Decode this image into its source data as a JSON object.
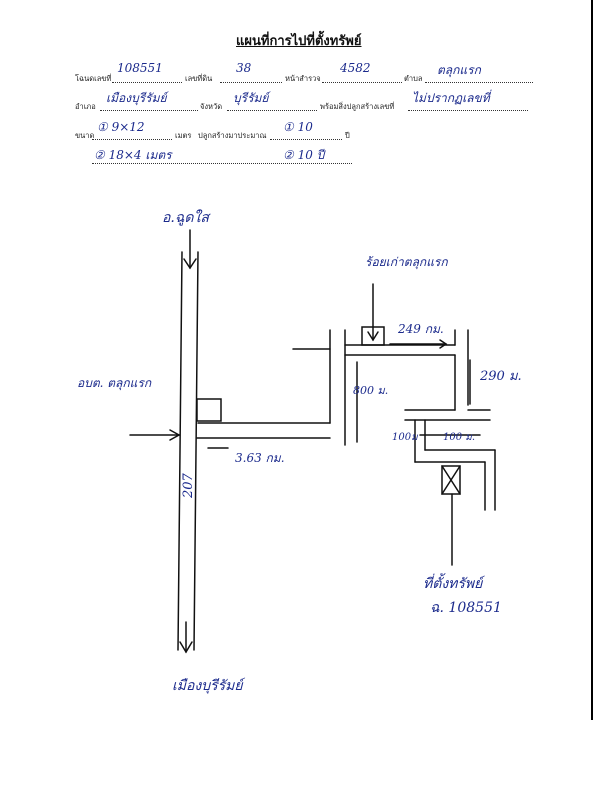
{
  "header": {
    "title": "แผนที่การไปที่ตั้งทรัพย์",
    "deed_label": "โฉนดเลขที่",
    "deed_value": "108551",
    "land_no_label": "เลขที่ดิน",
    "land_no_value": "38",
    "survey_page_label": "หน้าสำรวจ",
    "survey_page_value": "4582",
    "subdistrict_label": "ตำบล",
    "subdistrict_value": "ตลุกแรก",
    "district_label": "อำเภอ",
    "district_value": "เมืองบุรีรัมย์",
    "province_label": "จังหวัด",
    "province_value": "บุรีรัมย์",
    "building_label": "พร้อมสิ่งปลูกสร้างเลขที่",
    "building_value": "ไม่ปรากฏเลขที่",
    "size_label": "ขนาด",
    "size1_value": "① 9×12",
    "size_unit_label": "เมตร",
    "age_label": "ปลูกสร้างมาประมาณ",
    "age1_value": "① 10",
    "year_label": "ปี",
    "size2_value": "② 18×4 เมตร",
    "age2_value": "② 10 ปี"
  },
  "map": {
    "north_place": "อ.ฉูดใส",
    "south_place": "เมืองบุรีรัมย์",
    "village_office": "อบต. ตลุกแรก",
    "road_label": "207",
    "dist_main_road": "3.63 กม.",
    "crossroad_label": "ร้อยเก่าตลุกแรก",
    "dist_249": "249 กม.",
    "dist_800": "800 ม.",
    "dist_290": "290 ม.",
    "dist_100a": "100ม",
    "dist_100b": "100 ม.",
    "property_label": "ที่ตั้งทรัพย์",
    "property_deed": "ฉ. 108551"
  }
}
